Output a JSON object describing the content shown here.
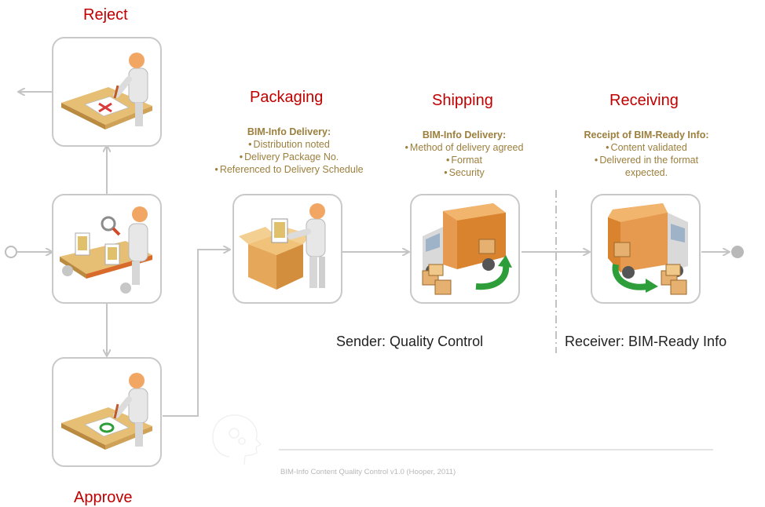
{
  "titles": {
    "reject": "Reject",
    "approve": "Approve",
    "packaging": "Packaging",
    "shipping": "Shipping",
    "receiving": "Receiving"
  },
  "packaging_info": {
    "heading": "BIM-Info Delivery:",
    "items": [
      "Distribution noted",
      "Delivery Package No.",
      "Referenced to Delivery Schedule"
    ]
  },
  "shipping_info": {
    "heading": "BIM-Info Delivery:",
    "items": [
      "Method of delivery agreed",
      "Format",
      "Security"
    ]
  },
  "receiving_info": {
    "heading": "Receipt of BIM-Ready Info:",
    "items": [
      "Content validated",
      "Delivered in the format",
      "expected."
    ]
  },
  "captions": {
    "sender": "Sender: Quality Control",
    "receiver": "Receiver: BIM-Ready Info"
  },
  "footer": "BIM-Info Content Quality Control v1.0 (Hooper, 2011)",
  "colors": {
    "title_red": "#c00000",
    "info_text": "#9c7f3d",
    "connector": "#c4c4c4",
    "box_border": "#c9c9c9",
    "reject_mark": "#d93a3a",
    "approve_mark": "#2e9e3a"
  },
  "icons": {
    "reject": "person-rejecting-document-icon",
    "inspect": "person-inspecting-conveyor-icon",
    "approve": "person-approving-document-icon",
    "packaging": "person-packing-box-icon",
    "shipping": "truck-loading-icon",
    "receiving": "truck-unloading-icon"
  }
}
